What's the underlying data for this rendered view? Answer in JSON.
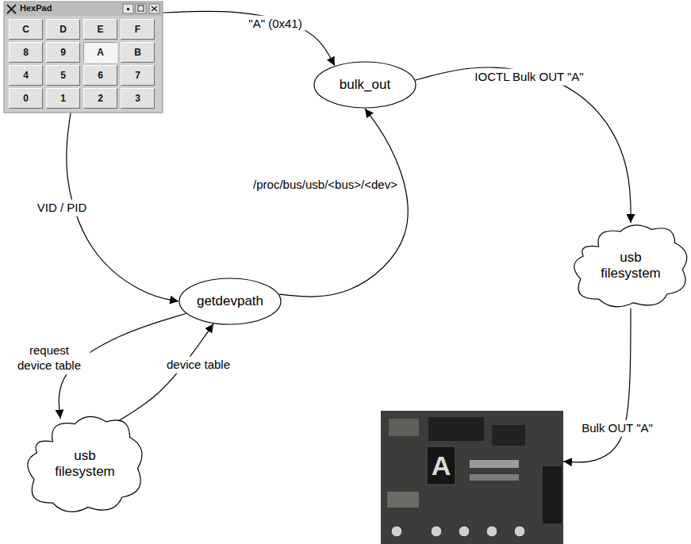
{
  "diagram": {
    "nodes": [
      {
        "text": [
          "HexPad"
        ]
      },
      {
        "text": [
          "C"
        ],
        "in": 0
      },
      {
        "text": [
          "D"
        ],
        "in": 0
      },
      {
        "text": [
          "E"
        ],
        "in": 0
      },
      {
        "text": [
          "F"
        ],
        "in": 0
      },
      {
        "text": [
          "8"
        ],
        "in": 0
      },
      {
        "text": [
          "9"
        ],
        "in": 0
      },
      {
        "text": [
          "A"
        ],
        "in": 0
      },
      {
        "text": [
          "B"
        ],
        "in": 0
      },
      {
        "text": [
          "4"
        ],
        "in": 0
      },
      {
        "text": [
          "5"
        ],
        "in": 0
      },
      {
        "text": [
          "6"
        ],
        "in": 0
      },
      {
        "text": [
          "7"
        ],
        "in": 0
      },
      {
        "text": [
          "0"
        ],
        "in": 0
      },
      {
        "text": [
          "1"
        ],
        "in": 0
      },
      {
        "text": [
          "2"
        ],
        "in": 0
      },
      {
        "text": [
          "3"
        ],
        "in": 0
      },
      {
        "text": [
          "bulk_out"
        ]
      },
      {
        "text": [
          "getdevpath"
        ]
      },
      {
        "text": [
          "usb filesystem"
        ]
      },
      {
        "text": [
          "usb filesystem"
        ]
      },
      {
        "text": [
          "A"
        ]
      }
    ],
    "edges": [
      {
        "from": 0,
        "to": 17,
        "label": "\"A\" (0x41)",
        "arrow": "to"
      },
      {
        "from": 0,
        "to": 18,
        "label": "VID / PID",
        "arrow": "to"
      },
      {
        "from": 18,
        "to": 17,
        "label": "/proc/bus/usb/<bus>/<dev>",
        "arrow": "to"
      },
      {
        "from": 17,
        "to": 19,
        "label": "IOCTL Bulk OUT \"A\"",
        "arrow": "to"
      },
      {
        "from": 19,
        "to": 21,
        "label": "Bulk OUT \"A\"",
        "arrow": "to"
      },
      {
        "from": 18,
        "to": 20,
        "label": "request device table",
        "arrow": "to"
      },
      {
        "from": 20,
        "to": 18,
        "label": "device table",
        "arrow": "to"
      }
    ]
  }
}
